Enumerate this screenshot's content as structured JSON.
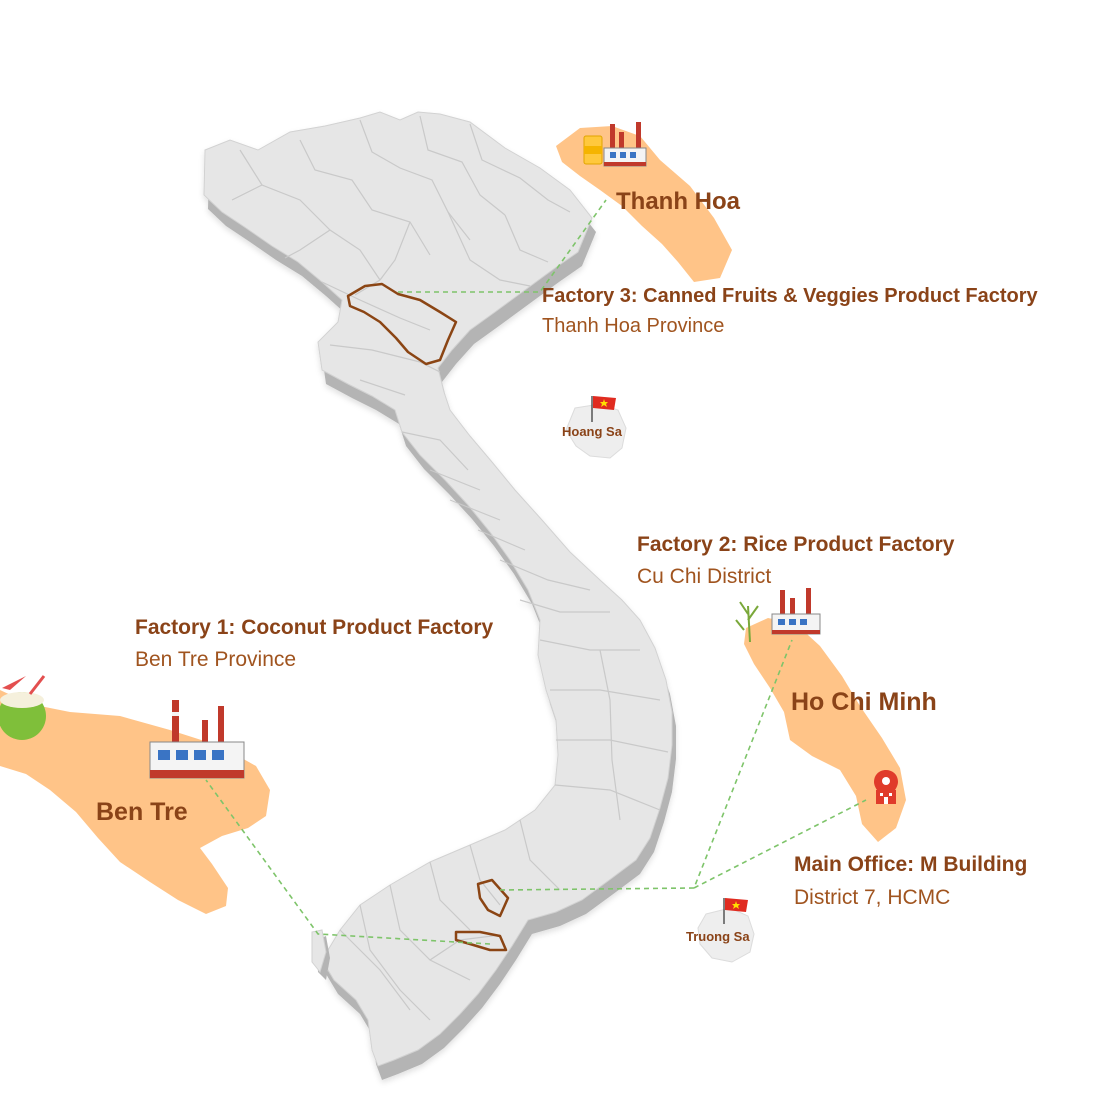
{
  "map": {
    "colors": {
      "land": "#e6e6e6",
      "land_side": "#b4b4b4",
      "border": "#c9c9c9",
      "highlight": "#ffc488",
      "outline": "#8b4514",
      "text": "#8a4318",
      "connector": "#7ec46a",
      "flag": "#e02b20",
      "star": "#ffde00"
    },
    "factories": [
      {
        "id": "factory-3",
        "title": "Factory 3: Canned Fruits & Veggies Product Factory",
        "location": "Thanh Hoa Province",
        "region_name": "Thanh Hoa",
        "icon": "factory-icon"
      },
      {
        "id": "factory-2",
        "title": "Factory 2: Rice Product Factory",
        "location": "Cu Chi District",
        "region_name": "Ho Chi Minh",
        "icon": "factory-icon"
      },
      {
        "id": "factory-1",
        "title": "Factory 1: Coconut Product Factory",
        "location": "Ben Tre Province",
        "region_name": "Ben Tre",
        "icon": "factory-icon"
      }
    ],
    "main_office": {
      "title": "Main Office: M Building",
      "location": "District 7, HCMC",
      "icon": "office-building-icon"
    },
    "islands": [
      {
        "name": "Hoang Sa",
        "icon": "vietnam-flag-icon"
      },
      {
        "name": "Truong Sa",
        "icon": "vietnam-flag-icon"
      }
    ]
  }
}
